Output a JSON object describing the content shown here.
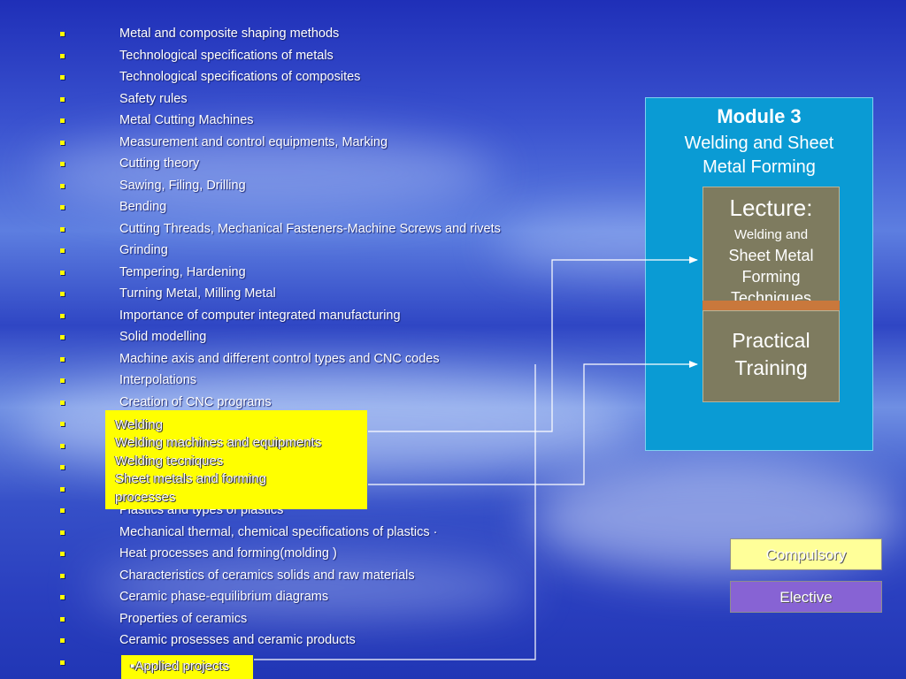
{
  "topics": [
    "Metal and composite shaping methods",
    "Technological specifications of metals",
    "Technological specifications of composites",
    "Safety rules",
    "Metal Cutting Machines",
    "Measurement and control equipments, Marking",
    "Cutting theory",
    "Sawing, Filing, Drilling",
    "Bending",
    "Cutting Threads, Mechanical Fasteners-Machine Screws and rivets",
    "Grinding",
    "Tempering, Hardening",
    "Turning Metal, Milling Metal",
    "Importance of computer integrated manufacturing",
    "Solid modelling",
    "Machine axis and different control types and CNC codes",
    "Interpolations",
    "Creation of CNC programs",
    "",
    "",
    "",
    "",
    "Plastics and types of plastics",
    "Mechanical thermal, chemical specifications of plastics ·",
    "Heat processes and forming(molding )",
    "Characteristics of ceramics solids and raw materials",
    "Ceramic phase-equilibrium diagrams",
    "Properties of ceramics",
    "Ceramic prosesses and ceramic products",
    ""
  ],
  "welding_box": {
    "lines": [
      "Welding",
      "Welding machines and equipments",
      "Welding tecniques",
      "Sheet metals and forming",
      "processes"
    ]
  },
  "applied_box": {
    "label": "▪Applied projects"
  },
  "module": {
    "title": "Module 3",
    "subtitle_line1": "Welding and Sheet",
    "subtitle_line2": "Metal Forming",
    "lecture": {
      "heading": "Lecture:",
      "line1": "Welding and",
      "line2": "Sheet Metal",
      "line3": "Forming",
      "line4": "Techniques"
    },
    "practical": {
      "line1": "Practical",
      "line2": "Training"
    }
  },
  "legend": {
    "compulsory": "Compulsory",
    "elective": "Elective"
  },
  "colors": {
    "background": "#2a3fbf",
    "bullet": "#ffff00",
    "highlight_box": "#ffff00",
    "module_panel": "#0a9bd4",
    "inner_box": "#7e7b5f",
    "separator": "#c9783c",
    "compulsory": "#ffff99",
    "elective": "#8763d4",
    "connector": "#ffffff"
  },
  "icons": {
    "bullet": "square-bullet-icon",
    "connector_arrow": "arrow-right-icon"
  }
}
